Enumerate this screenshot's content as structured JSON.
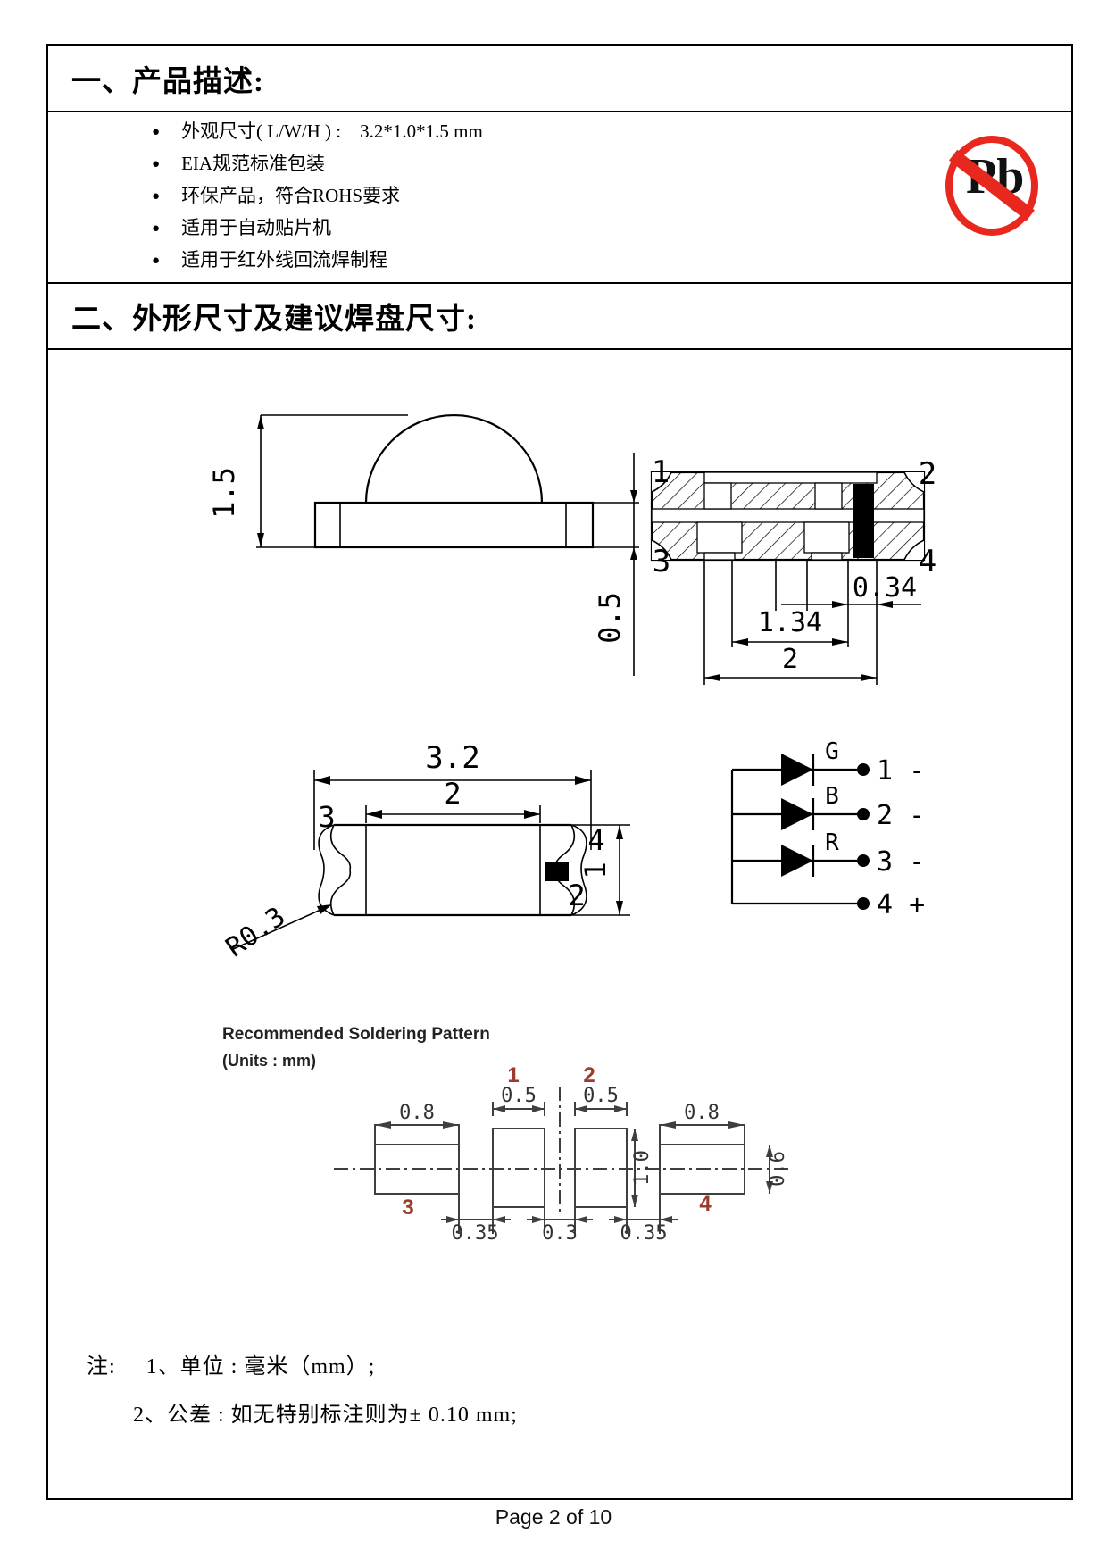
{
  "section1": {
    "title": "一、产品描述:",
    "bullet_glyph": "●",
    "bullets": [
      "外观尺寸( L/W/H ) :    3.2*1.0*1.5 mm",
      "EIA规范标准包装",
      "环保产品，符合ROHS要求",
      "适用于自动贴片机",
      "适用于红外线回流焊制程"
    ],
    "pb_logo": {
      "text": "Pb",
      "ring_color": "#e8281e"
    }
  },
  "section2": {
    "title": "二、外形尺寸及建议焊盘尺寸:",
    "side_view": {
      "height": "1.5",
      "standoff": "0.5"
    },
    "cross_section": {
      "pin1": "1",
      "pin2": "2",
      "pin3": "3",
      "pin4": "4",
      "mark_width": "0.34",
      "inner_span": "1.34",
      "outer_span": "2"
    },
    "top_view": {
      "length": "3.2",
      "inner_length": "2",
      "width": "1",
      "corner_radius": "R0.3",
      "pin2": "2",
      "pin3": "3",
      "pin4": "4"
    },
    "circuit": {
      "rows": [
        {
          "color": "G",
          "pin": "1 -"
        },
        {
          "color": "B",
          "pin": "2 -"
        },
        {
          "color": "R",
          "pin": "3 -"
        }
      ],
      "common_pin": "4 +"
    },
    "soldering": {
      "title": "Recommended Soldering Pattern",
      "units": "(Units : mm)",
      "label1": "1",
      "label2": "2",
      "label3": "3",
      "label4": "4",
      "label_color": "#9c3a2c",
      "inner_pad_width": "0.5",
      "outer_pad_width": "0.8",
      "inner_pad_height": "1.0",
      "outer_pad_height": "0.6",
      "gap_left": "0.35",
      "gap_center": "0.3",
      "gap_right": "0.35"
    },
    "notes": {
      "prefix": "注:",
      "line1": "1、单位 : 毫米（mm）;",
      "line2": "2、公差 : 如无特别标注则为± 0.10 mm;"
    }
  },
  "footer": {
    "page_label": "Page 2 of 10"
  }
}
